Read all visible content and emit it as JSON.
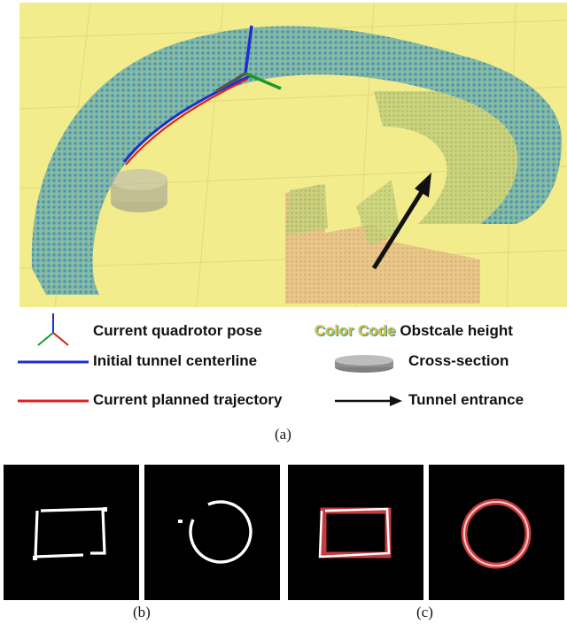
{
  "figure": {
    "legend": {
      "pose": "Current quadrotor pose",
      "centerline": "Initial tunnel centerline",
      "trajectory": "Current planned trajectory",
      "color_code_word": "Color Code",
      "height": "Obstcale height",
      "cross_section": "Cross-section",
      "entrance": "Tunnel entrance"
    },
    "captions": {
      "a": "(a)",
      "b": "(b)",
      "c": "(c)"
    },
    "colors": {
      "ground": "#f3ec8c",
      "centerline": "#1c2fd0",
      "trajectory": "#e02020",
      "axis_x": "#1a9a2a",
      "axis_y": "#d02020",
      "axis_z": "#2030d0",
      "arrow": "#111111",
      "overlay": "#e8454a"
    }
  }
}
